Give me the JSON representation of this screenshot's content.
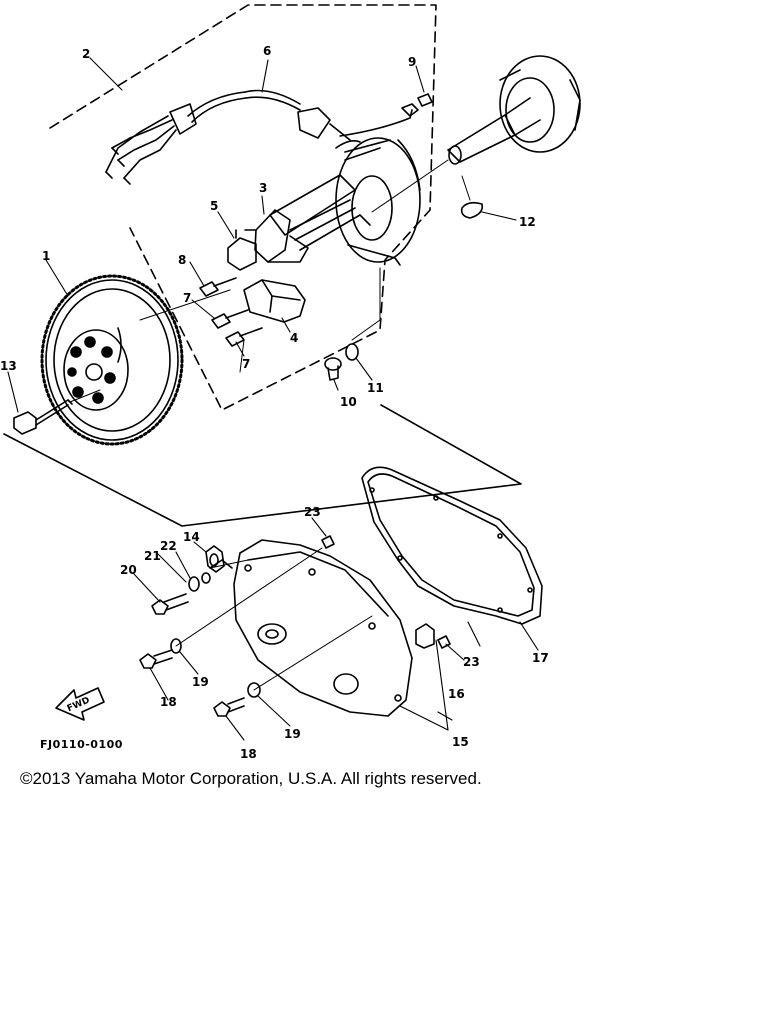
{
  "diagram": {
    "callouts": {
      "p1": "1",
      "p2": "2",
      "p3": "3",
      "p4": "4",
      "p5": "5",
      "p6": "6",
      "p7a": "7",
      "p7b": "7",
      "p8": "8",
      "p9": "9",
      "p10": "10",
      "p11": "11",
      "p12": "12",
      "p13": "13",
      "p14": "14",
      "p15": "15",
      "p16": "16",
      "p17": "17",
      "p18a": "18",
      "p18b": "18",
      "p19a": "19",
      "p19b": "19",
      "p20": "20",
      "p21": "21",
      "p22": "22",
      "p23a": "23",
      "p23b": "23"
    },
    "fwd_label": "FWD",
    "figure_code": "FJ0110-0100"
  },
  "footer": {
    "copyright": "©2013 Yamaha Motor Corporation, U.S.A. All rights reserved."
  }
}
